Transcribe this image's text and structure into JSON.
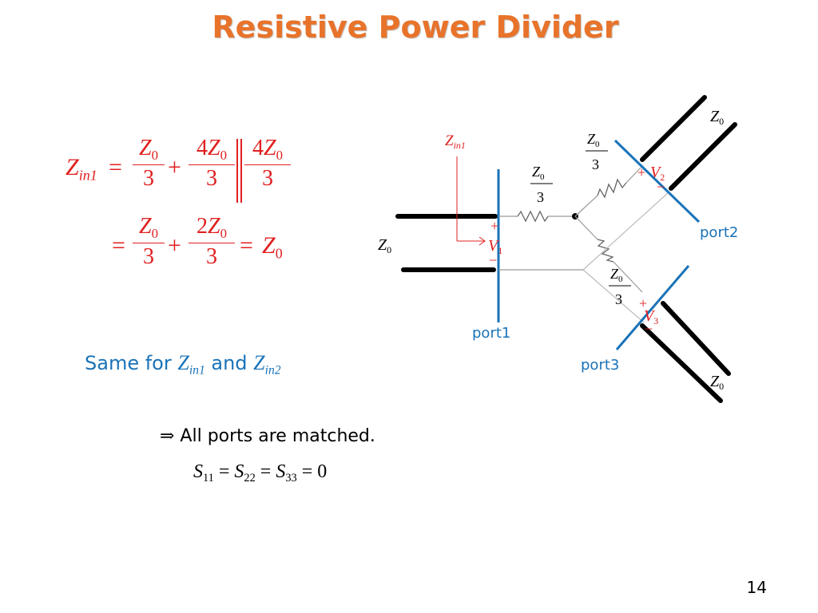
{
  "title": "Resistive Power Divider",
  "equation1": {
    "lhs_main": "Z",
    "lhs_sub": "in1",
    "eq": "=",
    "f1_num_main": "Z",
    "f1_num_sub": "0",
    "f1_den": "3",
    "plus": "+",
    "f2_num_coef": "4",
    "f2_num_main": "Z",
    "f2_num_sub": "0",
    "f2_den": "3",
    "f3_num_coef": "4",
    "f3_num_main": "Z",
    "f3_num_sub": "0",
    "f3_den": "3"
  },
  "equation2": {
    "eq1": "=",
    "f1_num_main": "Z",
    "f1_num_sub": "0",
    "f1_den": "3",
    "plus": "+",
    "f2_num_coef": "2",
    "f2_num_main": "Z",
    "f2_num_sub": "0",
    "f2_den": "3",
    "eq2": "=",
    "rhs_main": "Z",
    "rhs_sub": "0"
  },
  "same_for": {
    "prefix": "Same for ",
    "z1_main": "Z",
    "z1_sub": "in1",
    "and": " and ",
    "z2_main": "Z",
    "z2_sub": "in2"
  },
  "conclusion": {
    "arrow": "⇒",
    "text": " All ports are matched."
  },
  "s_params": {
    "s1": "S",
    "s1_sub": "11",
    "eq1": "=",
    "s2": "S",
    "s2_sub": "22",
    "eq2": "=",
    "s3": "S",
    "s3_sub": "33",
    "eq3": "=",
    "zero": "0"
  },
  "diagram": {
    "zin_main": "Z",
    "zin_sub": "in1",
    "z0_left_main": "Z",
    "z0_left_sub": "0",
    "z0_top_main": "Z",
    "z0_top_sub": "0",
    "z0_bottom_main": "Z",
    "z0_bottom_sub": "0",
    "r1_num_main": "Z",
    "r1_num_sub": "0",
    "r1_den": "3",
    "r2_num_main": "Z",
    "r2_num_sub": "0",
    "r2_den": "3",
    "r3_num_main": "Z",
    "r3_num_sub": "0",
    "r3_den": "3",
    "v1_plus": "+",
    "v1_main": "V",
    "v1_sub": "1",
    "v1_minus": "−",
    "v2_plus": "+",
    "v2_main": "V",
    "v2_sub": "2",
    "v2_minus": "−",
    "v3_plus": "+",
    "v3_main": "V",
    "v3_sub": "3",
    "v3_minus": "−",
    "port1": "port1",
    "port2": "port2",
    "port3": "port3"
  },
  "page_number": "14",
  "colors": {
    "title": "#e8732a",
    "math": "#e02020",
    "port": "#1a73b8",
    "wire": "#000000",
    "thin_wire": "#999999"
  }
}
